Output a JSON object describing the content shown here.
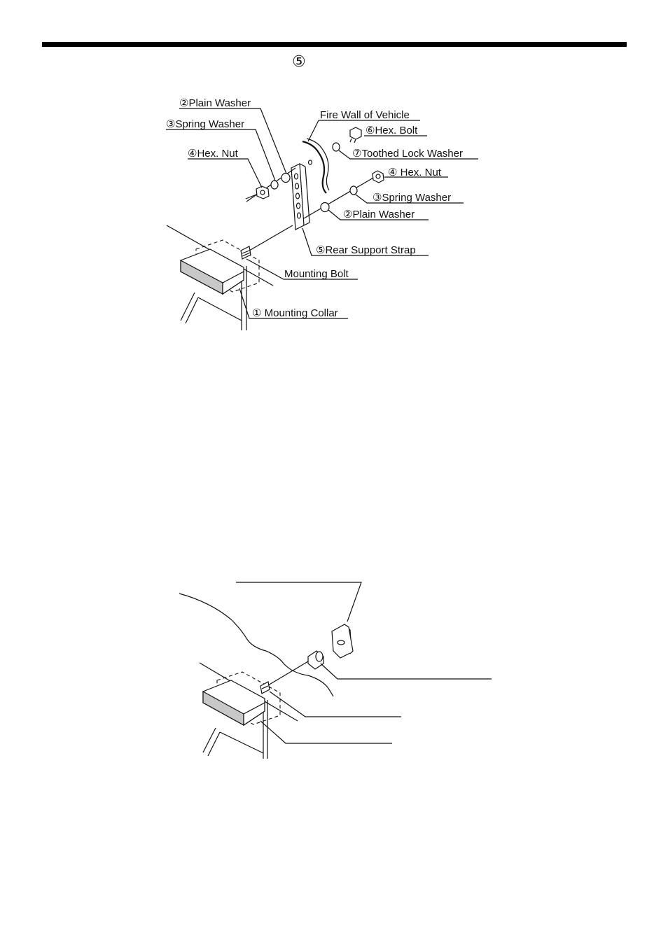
{
  "header": {
    "circled_number": "⑤"
  },
  "diagram_top": {
    "labels": {
      "plain_washer_left": "②Plain Washer",
      "spring_washer_left": "③Spring Washer",
      "hex_nut_left": "④Hex. Nut",
      "fire_wall": "Fire Wall of Vehicle",
      "hex_bolt": "⑥Hex. Bolt",
      "toothed_lock_washer": "⑦Toothed Lock Washer",
      "hex_nut_right": "④ Hex. Nut",
      "spring_washer_right": "③Spring Washer",
      "plain_washer_right": "②Plain Washer",
      "rear_support_strap": "⑤Rear Support Strap",
      "mounting_bolt": "Mounting Bolt",
      "mounting_collar": "① Mounting Collar"
    }
  },
  "diagram_bottom": {
    "labels": {}
  }
}
